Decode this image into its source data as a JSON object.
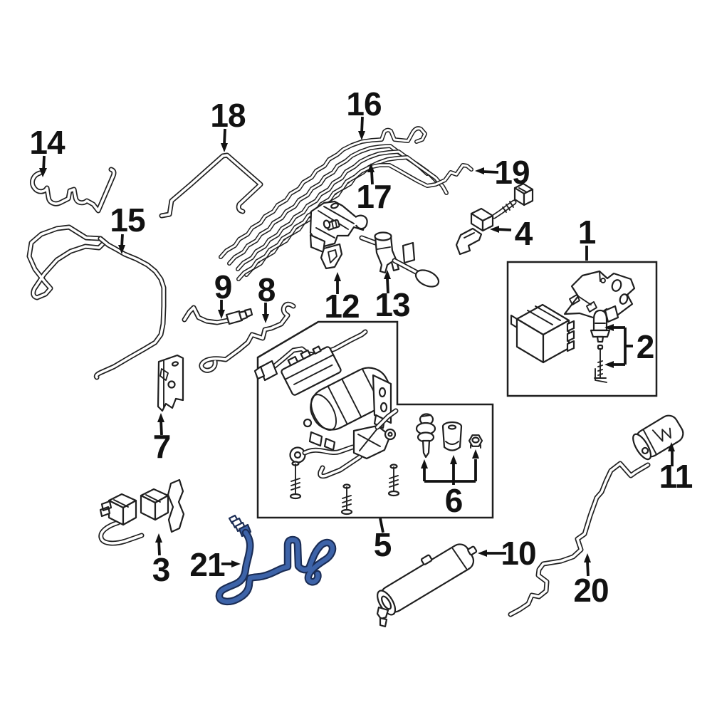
{
  "figure": {
    "type": "oem-parts-diagram",
    "background": "#ffffff",
    "ink": "#1f1f1f",
    "highlight": {
      "fill": "#3d63a8",
      "outline": "#1b2d55",
      "callout": "21"
    },
    "callouts": [
      {
        "num": "1"
      },
      {
        "num": "2"
      },
      {
        "num": "3"
      },
      {
        "num": "4"
      },
      {
        "num": "5"
      },
      {
        "num": "6"
      },
      {
        "num": "7"
      },
      {
        "num": "8"
      },
      {
        "num": "9"
      },
      {
        "num": "10"
      },
      {
        "num": "11"
      },
      {
        "num": "12"
      },
      {
        "num": "13"
      },
      {
        "num": "14"
      },
      {
        "num": "15"
      },
      {
        "num": "16"
      },
      {
        "num": "17"
      },
      {
        "num": "18"
      },
      {
        "num": "19"
      },
      {
        "num": "20"
      },
      {
        "num": "21"
      }
    ]
  }
}
